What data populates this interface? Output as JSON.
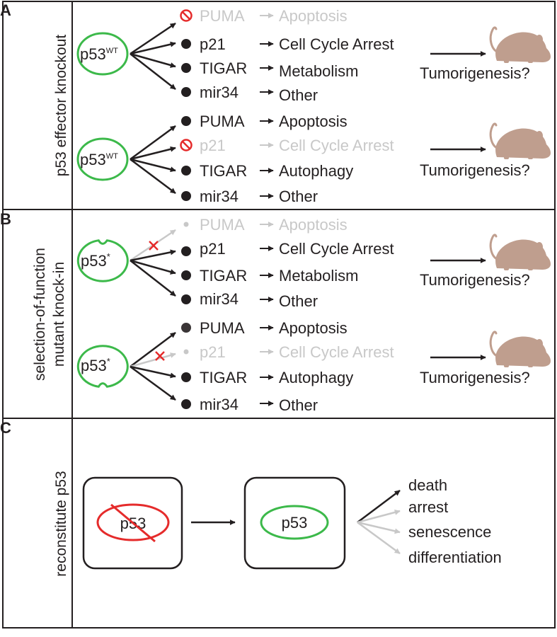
{
  "colors": {
    "dark": "#231f20",
    "gray": "#c8c8c8",
    "green": "#3cb94a",
    "red": "#e52b2b",
    "mouse": "#bf9e8e"
  },
  "panel_a": {
    "letter": "A",
    "side_label": "p53 effector knockout",
    "upper": {
      "node": "p53",
      "node_sup": "WT",
      "outcome": "Tumorigenesis?",
      "targets": [
        {
          "gene": "PUMA",
          "process": "Apoptosis",
          "state": "knocked-out"
        },
        {
          "gene": "p21",
          "process": "Cell Cycle Arrest",
          "state": "active"
        },
        {
          "gene": "TIGAR",
          "process": "Metabolism",
          "state": "active"
        },
        {
          "gene": "mir34",
          "process": "Other",
          "state": "active"
        }
      ]
    },
    "lower": {
      "node": "p53",
      "node_sup": "WT",
      "outcome": "Tumorigenesis?",
      "targets": [
        {
          "gene": "PUMA",
          "process": "Apoptosis",
          "state": "active"
        },
        {
          "gene": "p21",
          "process": "Cell Cycle Arrest",
          "state": "knocked-out"
        },
        {
          "gene": "TIGAR",
          "process": "Autophagy",
          "state": "active"
        },
        {
          "gene": "mir34",
          "process": "Other",
          "state": "active"
        }
      ]
    }
  },
  "panel_b": {
    "letter": "B",
    "side_label_line1": "selection-of-function",
    "side_label_line2": "mutant knock-in",
    "upper": {
      "node": "p53",
      "node_sup": "*",
      "outcome": "Tumorigenesis?",
      "targets": [
        {
          "gene": "PUMA",
          "process": "Apoptosis",
          "state": "lost"
        },
        {
          "gene": "p21",
          "process": "Cell Cycle Arrest",
          "state": "active"
        },
        {
          "gene": "TIGAR",
          "process": "Metabolism",
          "state": "active"
        },
        {
          "gene": "mir34",
          "process": "Other",
          "state": "active"
        }
      ]
    },
    "lower": {
      "node": "p53",
      "node_sup": "*",
      "outcome": "Tumorigenesis?",
      "targets": [
        {
          "gene": "PUMA",
          "process": "Apoptosis",
          "state": "active"
        },
        {
          "gene": "p21",
          "process": "Cell Cycle Arrest",
          "state": "lost"
        },
        {
          "gene": "TIGAR",
          "process": "Autophagy",
          "state": "active"
        },
        {
          "gene": "mir34",
          "process": "Other",
          "state": "active"
        }
      ]
    }
  },
  "panel_c": {
    "letter": "C",
    "side_label": "reconstitute p53",
    "before_label": "p53",
    "after_label": "p53",
    "outcomes": [
      {
        "label": "death",
        "active": true
      },
      {
        "label": "arrest",
        "active": false
      },
      {
        "label": "senescence",
        "active": false
      },
      {
        "label": "differentiation",
        "active": false
      }
    ]
  }
}
